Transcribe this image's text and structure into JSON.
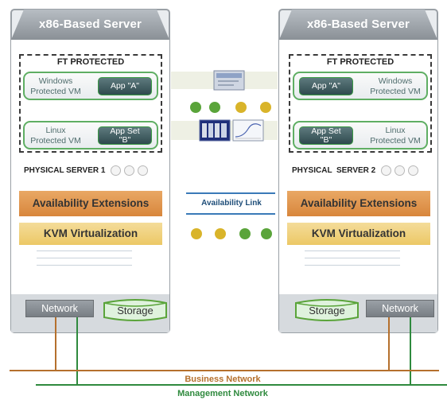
{
  "servers": {
    "left": {
      "title": "x86-Based Server",
      "ft_label": "FT PROTECTED",
      "vm1": {
        "text": "Windows\nProtected VM",
        "app": "App \"A\""
      },
      "vm2": {
        "text": "Linux\nProtected VM",
        "app": "App Set\n\"B\""
      },
      "physical_label": "PHYSICAL SERVER 1",
      "availability_extensions": "Availability Extensions",
      "kvm": "KVM Virtualization",
      "network": "Network",
      "storage": "Storage"
    },
    "right": {
      "title": "x86-Based Server",
      "ft_label": "FT PROTECTED",
      "vm1": {
        "text": "Windows\nProtected VM",
        "app": "App \"A\""
      },
      "vm2": {
        "text": "Linux\nProtected VM",
        "app": "App Set\n\"B\""
      },
      "physical_label": "PHYSICAL  SERVER 2",
      "availability_extensions": "Availability Extensions",
      "kvm": "KVM Virtualization",
      "network": "Network",
      "storage": "Storage"
    }
  },
  "availability_link": "Availability Link",
  "networks": {
    "business": "Business Network",
    "management": "Management Network"
  },
  "colors": {
    "green": "#5aa43a",
    "gold": "#d9b42a",
    "orange": "#b5702d",
    "mgmt": "#2f8a3e"
  }
}
